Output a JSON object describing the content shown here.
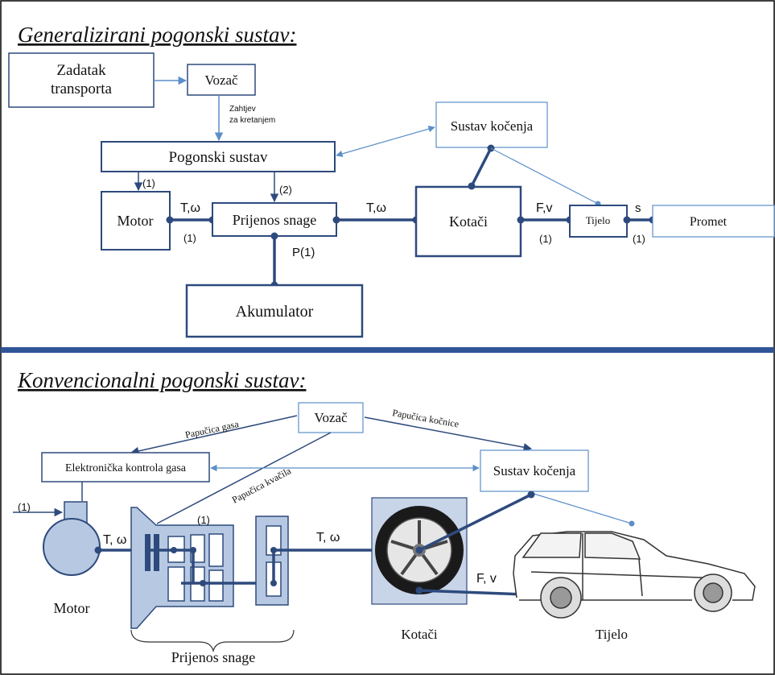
{
  "top": {
    "heading": "Generalizirani pogonski sustav:",
    "blocks": {
      "zadatak_line1": "Zadatak",
      "zadatak_line2": "transporta",
      "vozac": "Vozač",
      "zahtjev_line1": "Zahtjev",
      "zahtjev_line2": "za kretanjem",
      "sustav_kocenja": "Sustav kočenja",
      "pogonski_sustav": "Pogonski sustav",
      "motor": "Motor",
      "prijenos_snage": "Prijenos snage",
      "kotaci": "Kotači",
      "tijelo": "Tijelo",
      "promet": "Promet",
      "akumulator": "Akumulator"
    },
    "labels": {
      "one_a": "(1)",
      "two": "(2)",
      "t_omega_1": "T,ω",
      "one_b": "(1)",
      "t_omega_2": "T,ω",
      "p_one": "P(1)",
      "f_v": "F,v",
      "one_c": "(1)",
      "s": "s",
      "one_d": "(1)"
    }
  },
  "bottom": {
    "heading": "Konvencionalni pogonski sustav:",
    "blocks": {
      "vozac": "Vozač",
      "elektronicka": "Elektronička kontrola gasa",
      "sustav_kocenja": "Sustav kočenja"
    },
    "pedals": {
      "gas": "Papučica gasa",
      "kocnice": "Papučica kočnice",
      "kvacila": "Papučica kvačila"
    },
    "labels": {
      "one_motor": "(1)",
      "t_omega_1": "T, ω",
      "one_trans": "(1)",
      "t_omega_2": "T, ω",
      "f_v": "F, v"
    },
    "captions": {
      "motor": "Motor",
      "prijenos": "Prijenos snage",
      "kotaci": "Kotači",
      "tijelo": "Tijelo"
    }
  },
  "colors": {
    "dark_blue": "#2e4a7d",
    "light_blue": "#5b8fc9",
    "fill_blue": "#b7c9e2",
    "wheel_bg": "#c8d4e8",
    "divider": "#2f5597"
  }
}
